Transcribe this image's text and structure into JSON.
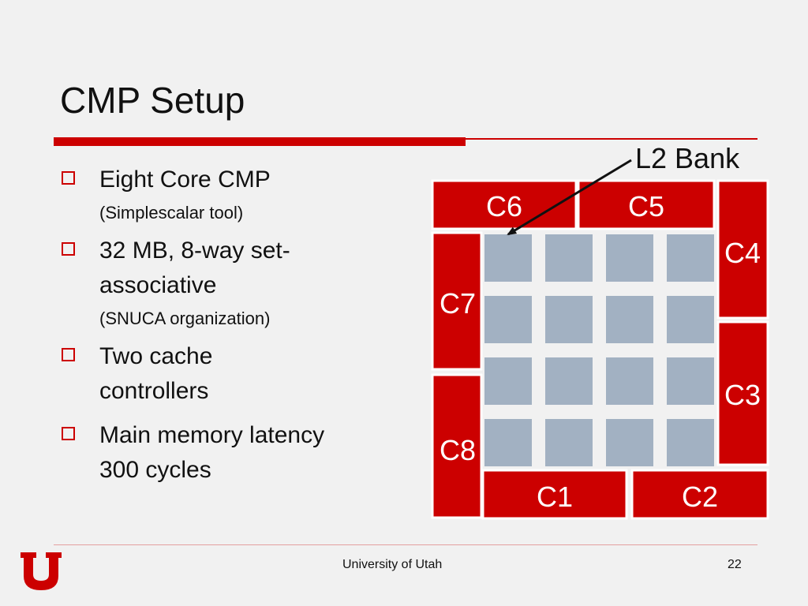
{
  "slide": {
    "title": "CMP Setup",
    "bullets": [
      {
        "text": "Eight Core CMP",
        "sub": "(Simplescalar tool)"
      },
      {
        "text": "32 MB, 8-way set-associative",
        "sub": "(SNUCA organization)"
      },
      {
        "text": "Two cache controllers"
      },
      {
        "text": "Main memory latency 300 cycles"
      }
    ],
    "footer": {
      "center": "University of Utah",
      "page": "22"
    }
  },
  "diagram": {
    "annotation": "L2 Bank",
    "cores": [
      "C6",
      "C5",
      "C4",
      "C7",
      "C3",
      "C8",
      "C1",
      "C2"
    ],
    "bank_rows": 4,
    "bank_cols": 4
  },
  "colors": {
    "accent": "#cc0000",
    "bank": "#a2b1c2",
    "background": "#f1f1f1"
  },
  "icons": {
    "bullet": "hollow-square-icon",
    "logo": "university-of-utah-u-logo"
  }
}
